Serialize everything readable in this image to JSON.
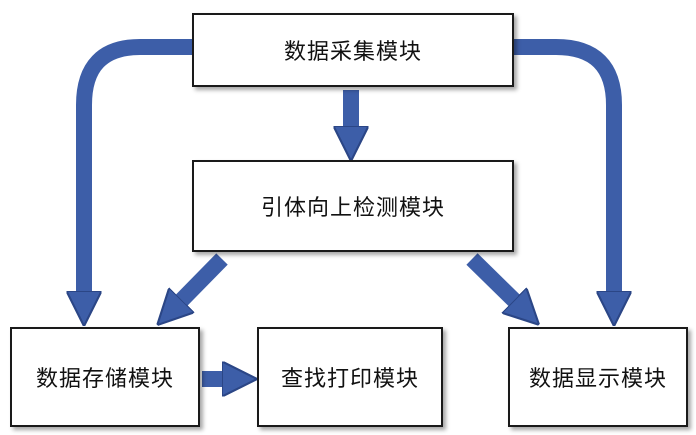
{
  "diagram": {
    "type": "flowchart",
    "colors": {
      "arrow": "#3d5ea8",
      "arrow_edge": "#2b4686",
      "node_border": "#1a1a1a",
      "node_fill": "#ffffff",
      "text": "#111111"
    },
    "nodes": {
      "acquisition": {
        "label": "数据采集模块"
      },
      "detection": {
        "label": "引体向上检测模块"
      },
      "storage": {
        "label": "数据存储模块"
      },
      "search_print": {
        "label": "查找打印模块"
      },
      "display": {
        "label": "数据显示模块"
      }
    },
    "edges": [
      {
        "from": "acquisition",
        "to": "detection"
      },
      {
        "from": "acquisition",
        "to": "storage"
      },
      {
        "from": "acquisition",
        "to": "display"
      },
      {
        "from": "detection",
        "to": "storage"
      },
      {
        "from": "detection",
        "to": "display"
      },
      {
        "from": "storage",
        "to": "search_print"
      }
    ]
  }
}
